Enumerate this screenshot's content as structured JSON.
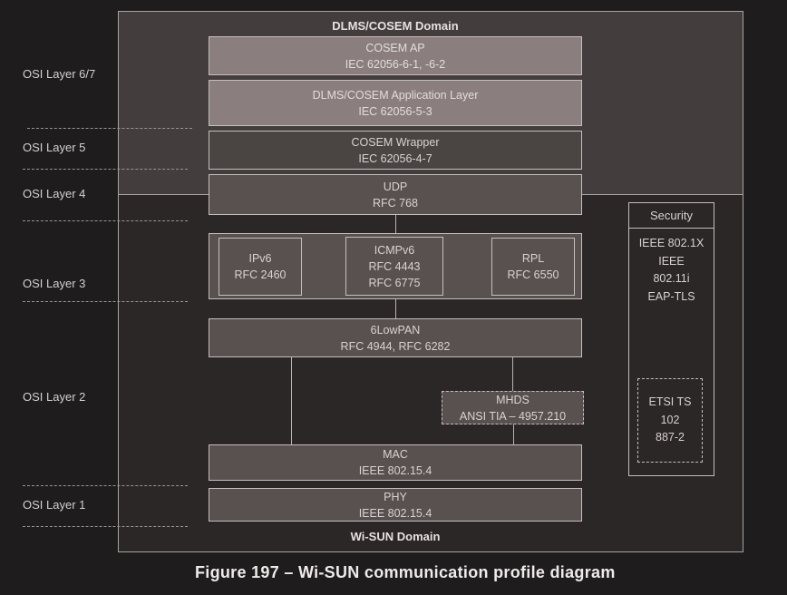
{
  "osi_layers": [
    {
      "label": "OSI Layer 6/7"
    },
    {
      "label": "OSI Layer 5"
    },
    {
      "label": "OSI Layer 4"
    },
    {
      "label": "OSI Layer 3"
    },
    {
      "label": "OSI Layer 2"
    },
    {
      "label": "OSI Layer 1"
    }
  ],
  "domains": {
    "dlms": "DLMS/COSEM Domain",
    "wisun": "Wi-SUN Domain"
  },
  "stack": {
    "cosem_ap": {
      "title": "COSEM AP",
      "spec": "IEC 62056-6-1, -6-2"
    },
    "dlms_app": {
      "title": "DLMS/COSEM Application Layer",
      "spec": "IEC 62056-5-3"
    },
    "wrapper": {
      "title": "COSEM Wrapper",
      "spec": "IEC 62056-4-7"
    },
    "udp": {
      "title": "UDP",
      "spec": "RFC 768"
    },
    "ipv6": {
      "title": "IPv6",
      "spec": "RFC 2460"
    },
    "icmpv6": {
      "title": "ICMPv6",
      "spec1": "RFC 4443",
      "spec2": "RFC 6775"
    },
    "rpl": {
      "title": "RPL",
      "spec": "RFC 6550"
    },
    "sixlowpan": {
      "title": "6LowPAN",
      "spec": "RFC 4944, RFC 6282"
    },
    "mhds": {
      "title": "MHDS",
      "spec": "ANSI TIA – 4957.210"
    },
    "mac": {
      "title": "MAC",
      "spec": "IEEE 802.15.4"
    },
    "phy": {
      "title": "PHY",
      "spec": "IEEE 802.15.4"
    }
  },
  "security": {
    "title": "Security",
    "items": [
      "IEEE 802.1X",
      "IEEE",
      "802.11i",
      "EAP-TLS"
    ],
    "etsi": [
      "ETSI TS",
      "102",
      "887-2"
    ]
  },
  "caption": "Figure 197  – Wi-SUN communication profile diagram"
}
